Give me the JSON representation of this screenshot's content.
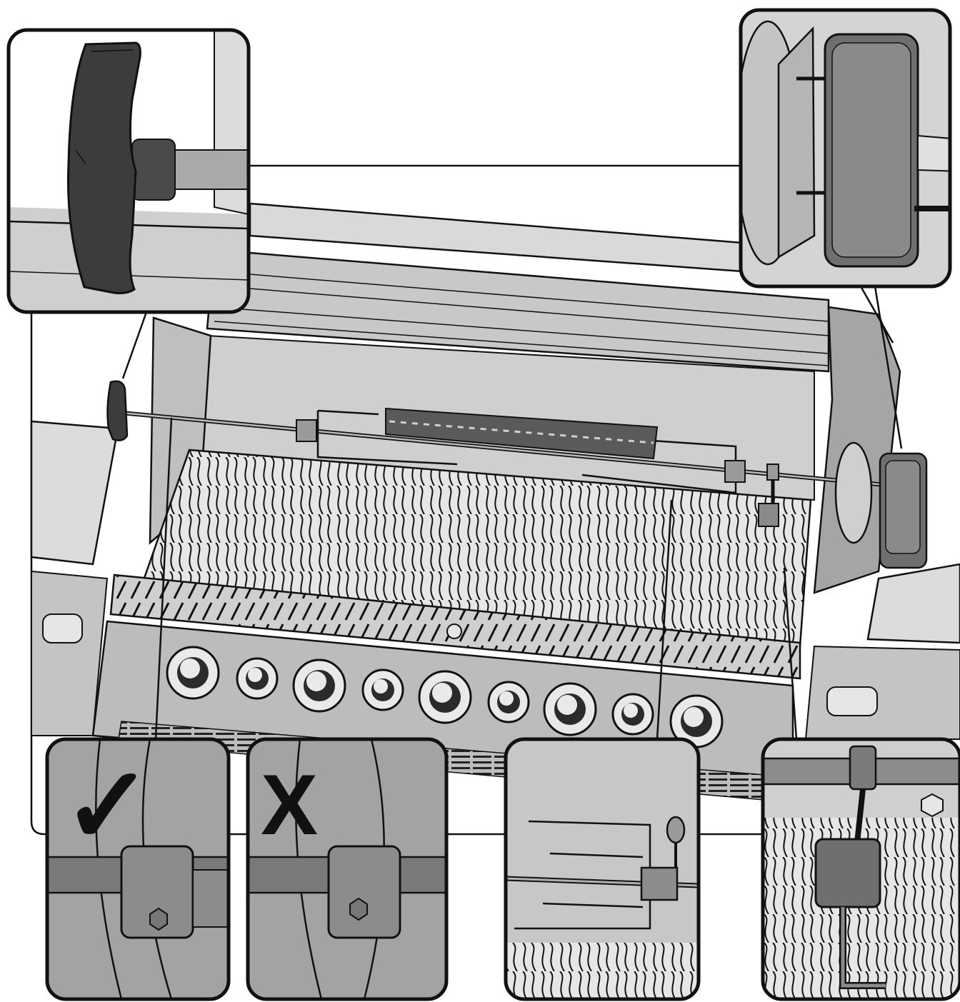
{
  "diagram": {
    "kind": "rotisserie assembly illustration",
    "colors": {
      "outline": "#111111",
      "body_light": "#d4d4d4",
      "body_mid": "#a9a9a9",
      "body_dark": "#6f6f6f",
      "handle": "#3c3c3c",
      "background": "#ffffff"
    },
    "callouts": [
      {
        "id": "handle-detail",
        "position": "top-left"
      },
      {
        "id": "motor-detail",
        "position": "top-right"
      },
      {
        "id": "collar-correct",
        "position": "bottom-1"
      },
      {
        "id": "collar-incorrect",
        "position": "bottom-2"
      },
      {
        "id": "fork-detail",
        "position": "bottom-3"
      },
      {
        "id": "counterweight-detail",
        "position": "bottom-4"
      }
    ],
    "marks": {
      "correct_symbol": "✓",
      "incorrect_symbol": "X"
    }
  }
}
